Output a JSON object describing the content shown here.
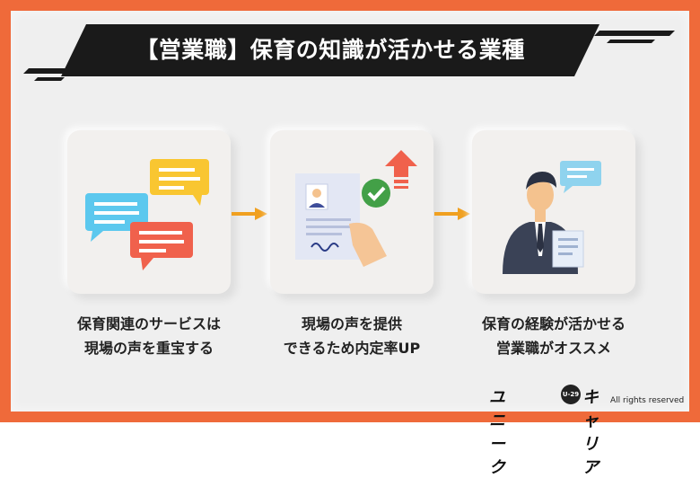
{
  "title": "【営業職】保育の知識が活かせる業種",
  "steps": [
    {
      "caption_line1": "保育関連のサービスは",
      "caption_line2": "現場の声を重宝する",
      "icon": "speech-bubbles-icon"
    },
    {
      "caption_line1": "現場の声を提供",
      "caption_line2": "できるため内定率UP",
      "icon": "resume-check-icon"
    },
    {
      "caption_line1": "保育の経験が活かせる",
      "caption_line2": "営業職がオススメ",
      "icon": "business-person-icon"
    }
  ],
  "logo": {
    "left": "ユニーク",
    "badge": "U-29",
    "right": "キャリア"
  },
  "rights": "All rights reserved",
  "colors": {
    "frame": "#ef6a3a",
    "banner": "#1a1a1a",
    "arrow": "#f0a020"
  }
}
